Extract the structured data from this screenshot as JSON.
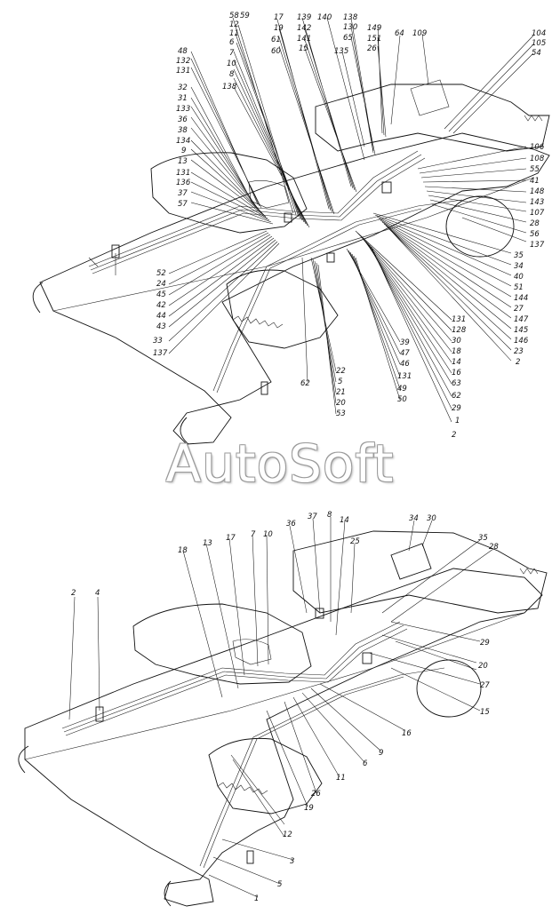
{
  "watermark": "AutoSoft",
  "top_view": {
    "callouts": [
      {
        "text": "58"
      },
      {
        "text": "59"
      },
      {
        "text": "12"
      },
      {
        "text": "11"
      },
      {
        "text": "6"
      },
      {
        "text": "7"
      },
      {
        "text": "10"
      },
      {
        "text": "8"
      },
      {
        "text": "138"
      },
      {
        "text": "17"
      },
      {
        "text": "19"
      },
      {
        "text": "61"
      },
      {
        "text": "60"
      },
      {
        "text": "139"
      },
      {
        "text": "142"
      },
      {
        "text": "141"
      },
      {
        "text": "15"
      },
      {
        "text": "140"
      },
      {
        "text": "138"
      },
      {
        "text": "130"
      },
      {
        "text": "65"
      },
      {
        "text": "135"
      },
      {
        "text": "149"
      },
      {
        "text": "151"
      },
      {
        "text": "26"
      },
      {
        "text": "64"
      },
      {
        "text": "109"
      },
      {
        "text": "104"
      },
      {
        "text": "105"
      },
      {
        "text": "54"
      },
      {
        "text": "48"
      },
      {
        "text": "132"
      },
      {
        "text": "131"
      },
      {
        "text": "32"
      },
      {
        "text": "31"
      },
      {
        "text": "133"
      },
      {
        "text": "36"
      },
      {
        "text": "38"
      },
      {
        "text": "134"
      },
      {
        "text": "9"
      },
      {
        "text": "13"
      },
      {
        "text": "131"
      },
      {
        "text": "136"
      },
      {
        "text": "37"
      },
      {
        "text": "57"
      },
      {
        "text": "106"
      },
      {
        "text": "108"
      },
      {
        "text": "55"
      },
      {
        "text": "41"
      },
      {
        "text": "148"
      },
      {
        "text": "143"
      },
      {
        "text": "107"
      },
      {
        "text": "28"
      },
      {
        "text": "56"
      },
      {
        "text": "137"
      },
      {
        "text": "35"
      },
      {
        "text": "34"
      },
      {
        "text": "40"
      },
      {
        "text": "51"
      },
      {
        "text": "144"
      },
      {
        "text": "27"
      },
      {
        "text": "147"
      },
      {
        "text": "145"
      },
      {
        "text": "146"
      },
      {
        "text": "23"
      },
      {
        "text": "2"
      },
      {
        "text": "52"
      },
      {
        "text": "24"
      },
      {
        "text": "45"
      },
      {
        "text": "42"
      },
      {
        "text": "44"
      },
      {
        "text": "43"
      },
      {
        "text": "33"
      },
      {
        "text": "137"
      },
      {
        "text": "131"
      },
      {
        "text": "128"
      },
      {
        "text": "30"
      },
      {
        "text": "18"
      },
      {
        "text": "14"
      },
      {
        "text": "16"
      },
      {
        "text": "63"
      },
      {
        "text": "62"
      },
      {
        "text": "29"
      },
      {
        "text": "1"
      },
      {
        "text": "2"
      },
      {
        "text": "39"
      },
      {
        "text": "47"
      },
      {
        "text": "46"
      },
      {
        "text": "131"
      },
      {
        "text": "49"
      },
      {
        "text": "50"
      },
      {
        "text": "22"
      },
      {
        "text": "5"
      },
      {
        "text": "21"
      },
      {
        "text": "20"
      },
      {
        "text": "53"
      },
      {
        "text": "62"
      }
    ]
  },
  "bottom_view": {
    "callouts": [
      {
        "text": "18"
      },
      {
        "text": "13"
      },
      {
        "text": "17"
      },
      {
        "text": "7"
      },
      {
        "text": "10"
      },
      {
        "text": "36"
      },
      {
        "text": "37"
      },
      {
        "text": "8"
      },
      {
        "text": "14"
      },
      {
        "text": "25"
      },
      {
        "text": "34"
      },
      {
        "text": "30"
      },
      {
        "text": "35"
      },
      {
        "text": "28"
      },
      {
        "text": "2"
      },
      {
        "text": "4"
      },
      {
        "text": "29"
      },
      {
        "text": "20"
      },
      {
        "text": "27"
      },
      {
        "text": "15"
      },
      {
        "text": "16"
      },
      {
        "text": "9"
      },
      {
        "text": "6"
      },
      {
        "text": "11"
      },
      {
        "text": "26"
      },
      {
        "text": "19"
      },
      {
        "text": "12"
      },
      {
        "text": "3"
      },
      {
        "text": "5"
      },
      {
        "text": "1"
      }
    ]
  }
}
